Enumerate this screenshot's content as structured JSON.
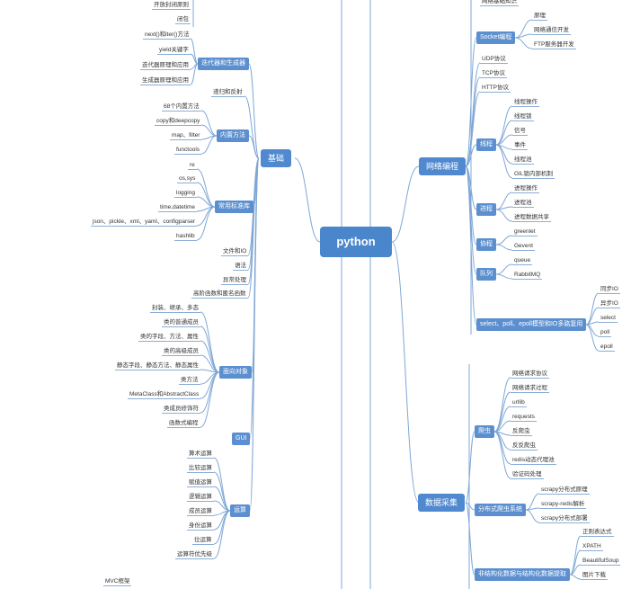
{
  "root": "python",
  "left": {
    "basics": "基础",
    "top_fragments": [
      "开放封闭原则",
      "闭包"
    ],
    "iterator_generator": {
      "label": "迭代器和生成器",
      "items": [
        "next()和iter()方法",
        "yield关键字",
        "迭代器原理和应用",
        "生成器原理和应用"
      ]
    },
    "recursion_reflection": "递归和反射",
    "builtin_methods": {
      "label": "内置方法",
      "items": [
        "68个内置方法",
        "copy和deepcopy",
        "map、filter",
        "functools"
      ]
    },
    "stdlib": {
      "label": "常用标准库",
      "items": [
        "re",
        "os,sys",
        "logging",
        "time,datetime",
        "json、pickle、xml、yaml、configparser",
        "hashlib"
      ]
    },
    "files_io": "文件和IO",
    "syntax": "语法",
    "exceptions": "异常处理",
    "higher_order": "高阶函数和匿名函数",
    "oop": {
      "label": "面向对象",
      "items": [
        "封装、继承、多态",
        "类的普通成员",
        "类的字段、方法、属性",
        "类的高级成员",
        "静态字段、静态方法、静态属性",
        "类方法",
        "MetaClass和AbstractClass",
        "类成员修饰符",
        "函数式编程"
      ]
    },
    "gui": "GUI",
    "operators": {
      "label": "运算",
      "items": [
        "算术运算",
        "比较运算",
        "赋值运算",
        "逻辑运算",
        "成员运算",
        "身份运算",
        "位运算",
        "运算符优先级"
      ]
    },
    "mvc": "MVC框架"
  },
  "right": {
    "network": "网络编程",
    "net_basics": "网络基础知识",
    "socket": {
      "label": "Socket编程",
      "items": [
        "原理",
        "网络通信开发",
        "FTP服务器开发"
      ]
    },
    "udp": "UDP协议",
    "tcp": "TCP协议",
    "http": "HTTP协议",
    "thread": {
      "label": "线程",
      "items": [
        "线程操作",
        "线程锁",
        "信号",
        "事件",
        "线程池",
        "GIL锁内部机制"
      ]
    },
    "process": {
      "label": "进程",
      "items": [
        "进程操作",
        "进程池",
        "进程数据共享"
      ]
    },
    "coroutine": {
      "label": "协程",
      "items": [
        "greenlet",
        "Gevent"
      ]
    },
    "queue": {
      "label": "队列",
      "items": [
        "queue",
        "RabbitMQ"
      ]
    },
    "io_multiplex": {
      "label": "select、poll、epoll模型和IO多路复用",
      "items": [
        "同步IO",
        "异步IO",
        "select",
        "poll",
        "epoll"
      ]
    },
    "data_collection": "数据采集",
    "crawler": {
      "label": "爬虫",
      "items": [
        "网络请求协议",
        "网络请求过程",
        "urllib",
        "requests",
        "反爬虫",
        "反反爬虫",
        "redis动态代理池",
        "验证码处理"
      ]
    },
    "distributed": {
      "label": "分布式爬虫系统",
      "items": [
        "scrapy分布式原理",
        "scrapy-redis解析",
        "scrapy分布式部署"
      ]
    },
    "structured": {
      "label": "非结构化数据与结构化数据提取",
      "items": [
        "正则表达式",
        "XPATH",
        "BeautifulSoup",
        "图片下载"
      ]
    }
  }
}
